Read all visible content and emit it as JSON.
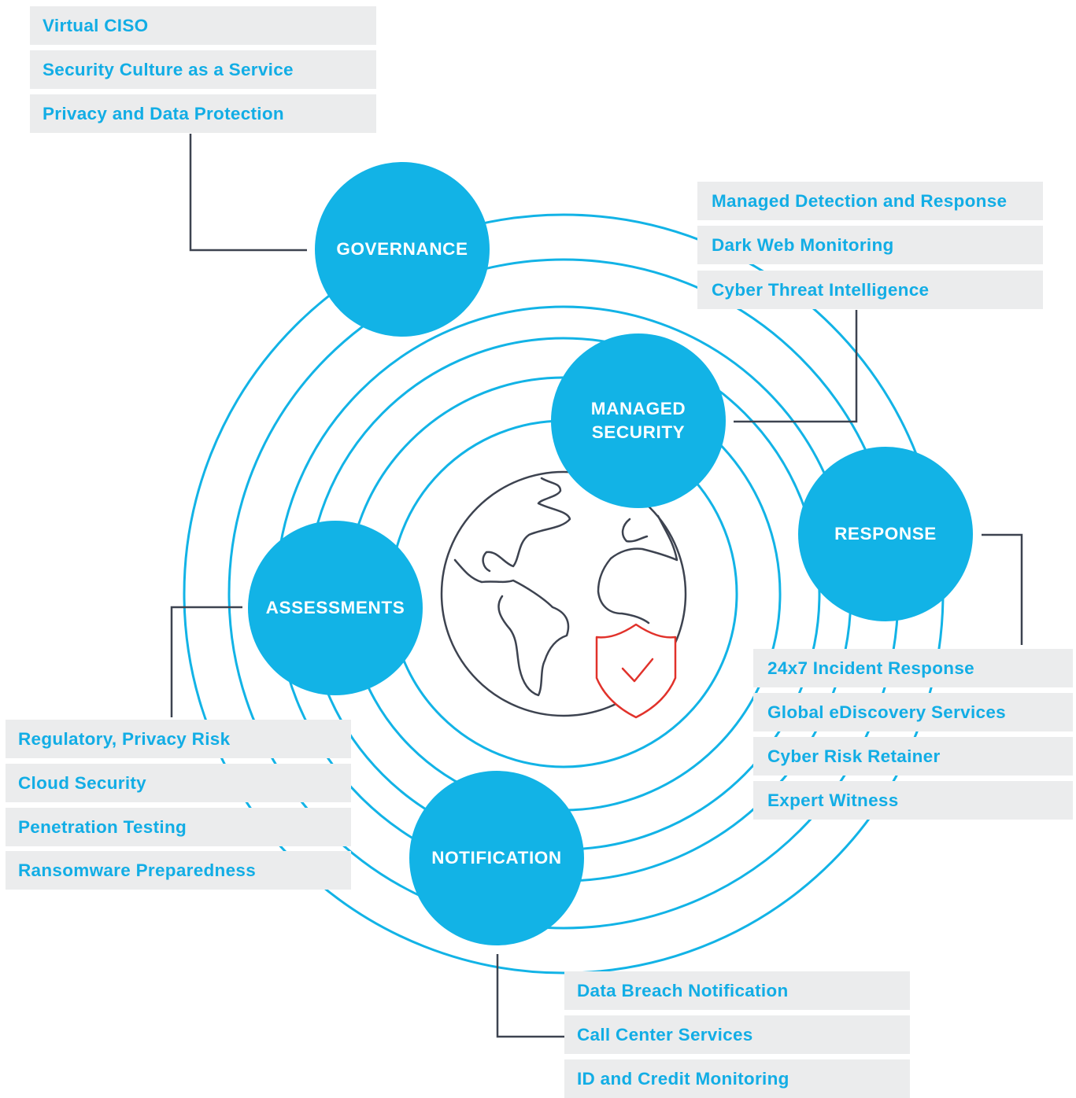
{
  "colors": {
    "hub": "#12b3e6",
    "ring": "#12b3e6",
    "panel": "#ebeced",
    "panel_text": "#12ade5",
    "connector": "#3d4350",
    "globe": "#3d4350",
    "shield": "#e1322b"
  },
  "hubs": {
    "governance": "GOVERNANCE",
    "managed_security": "MANAGED\nSECURITY",
    "response": "RESPONSE",
    "assessments": "ASSESSMENTS",
    "notification": "NOTIFICATION"
  },
  "services": {
    "governance": [
      "Virtual CISO",
      "Security Culture as a Service",
      "Privacy and Data Protection"
    ],
    "managed_security": [
      "Managed Detection and Response",
      "Dark Web Monitoring",
      "Cyber Threat Intelligence"
    ],
    "response": [
      "24x7 Incident Response",
      "Global eDiscovery Services",
      "Cyber Risk Retainer",
      "Expert Witness"
    ],
    "assessments": [
      "Regulatory, Privacy Risk",
      "Cloud Security",
      "Penetration Testing",
      "Ransomware Preparedness"
    ],
    "notification": [
      "Data Breach Notification",
      "Call Center Services",
      "ID and Credit Monitoring"
    ]
  },
  "icons": {
    "center": "globe-icon",
    "badge": "shield-check-icon"
  }
}
